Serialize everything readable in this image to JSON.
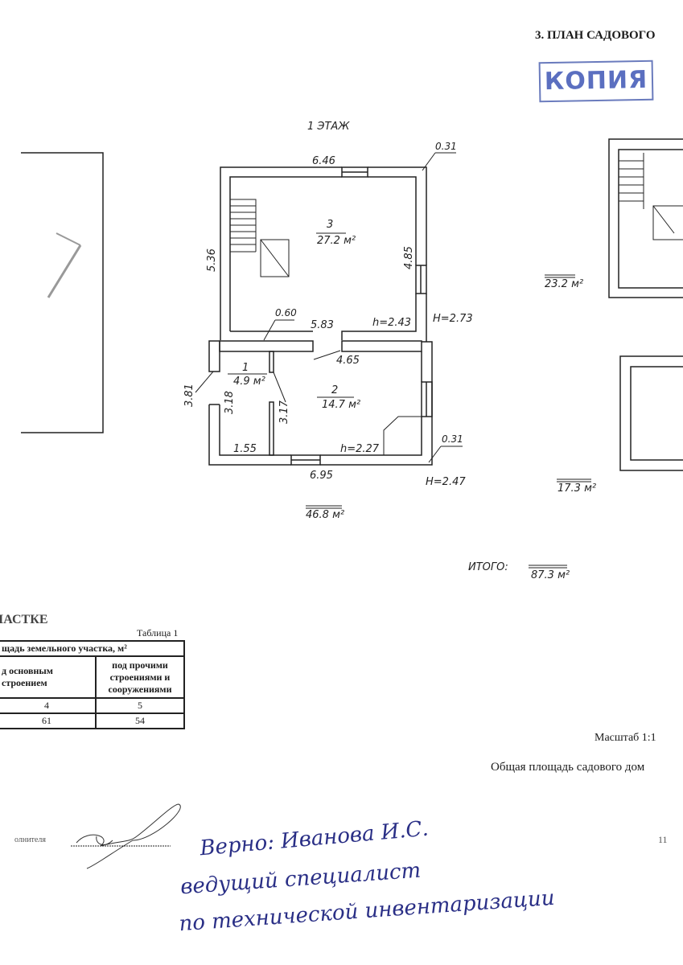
{
  "header": {
    "title": "3. ПЛАН САДОВОГО",
    "stamp": "КОПИЯ"
  },
  "plan": {
    "floor_label": "1 ЭТАЖ",
    "dimensions": {
      "top_width": "6.46",
      "corner_top": "0.31",
      "left_height": "5.36",
      "right_inner": "4.85",
      "partition_offset": "0.60",
      "partition_width": "5.83",
      "h_upper": "h=2.43",
      "H_upper": "H=2.73",
      "lower_inner": "4.65",
      "left_lower": "3.81",
      "room1_height": "3.18",
      "room1_height2": "3.17",
      "bottom_inner_left": "1.55",
      "h_lower": "h=2.27",
      "corner_bottom": "0.31",
      "bottom_width": "6.95",
      "H_lower": "H=2.47"
    },
    "rooms": [
      {
        "number": "3",
        "area": "27.2 м²"
      },
      {
        "number": "1",
        "area": "4.9 м²"
      },
      {
        "number": "2",
        "area": "14.7 м²"
      }
    ],
    "floor_total": "46.8 м²",
    "second_total": "23.2 м²",
    "third_total": "17.3 м²",
    "total_label": "ИТОГО:",
    "total_value": "87.3 м²"
  },
  "section": {
    "title": "IАСТКЕ",
    "table_caption": "Таблица 1",
    "table_header": "щадь земельного участка, м²",
    "columns": [
      "д основным строением",
      "под прочими строениями и сооружениями"
    ],
    "rows": [
      [
        "4",
        "5"
      ],
      [
        "61",
        "54"
      ]
    ]
  },
  "footer": {
    "scale": "Масштаб  1:1",
    "total_area_label": "Общая площадь садового дом",
    "signature_label": "олнителя",
    "page_number": "11",
    "handwritten_lines": [
      "Верно: Иванова И.С.",
      "ведущий специалист",
      "по технической инвентаризации"
    ]
  }
}
